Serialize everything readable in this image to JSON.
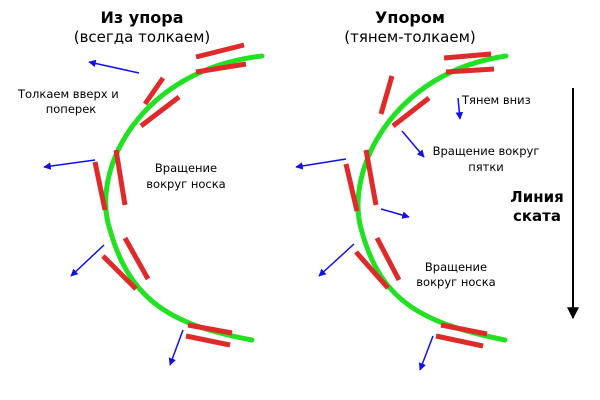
{
  "colors": {
    "arc": "#22e022",
    "skate": "#e02a2a",
    "force": "#1010ee",
    "slope_line": "#000000",
    "background": "#ffffff"
  },
  "left_panel": {
    "title": "Из  упора",
    "subtitle": "(всегда  толкаем)",
    "note_push_line1": "Толкаем вверх и",
    "note_push_line2": "поперек",
    "note_rotation_line1": "Вращение",
    "note_rotation_line2": "вокруг носка"
  },
  "right_panel": {
    "title": "Упором",
    "subtitle": "(тянем-толкаем)",
    "note_pull": "Тянем вниз",
    "note_heel_line1": "Вращение вокруг",
    "note_heel_line2": "пятки",
    "note_toe_line1": "Вращение",
    "note_toe_line2": "вокруг носка"
  },
  "slope": {
    "label_line1": "Линия",
    "label_line2": "ската"
  }
}
